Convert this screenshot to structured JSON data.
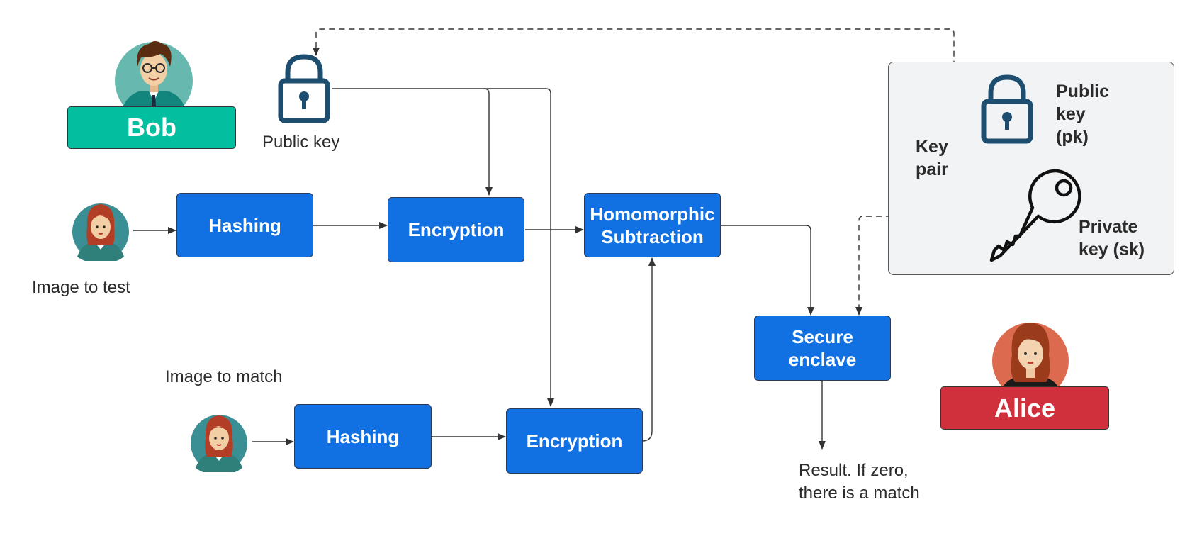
{
  "actors": {
    "bob": {
      "name": "Bob",
      "color": "#04bf9f"
    },
    "alice": {
      "name": "Alice",
      "color": "#d0303c"
    }
  },
  "public_key_label": "Public key",
  "image_to_test_label": "Image to test",
  "image_to_match_label": "Image to match",
  "boxes": {
    "hashing_top": "Hashing",
    "encryption_top": "Encryption",
    "homomorphic_line1": "Homomorphic",
    "homomorphic_line2": "Subtraction",
    "hashing_bottom": "Hashing",
    "encryption_bottom": "Encryption",
    "enclave_line1": "Secure",
    "enclave_line2": "enclave"
  },
  "key_pair": {
    "title_line1": "Key",
    "title_line2": "pair",
    "public_line1": "Public",
    "public_line2": "key",
    "public_line3": "(pk)",
    "private_line1": "Private",
    "private_line2": "key (sk)"
  },
  "result": {
    "line1": "Result. If zero,",
    "line2": "there is a match"
  },
  "colors": {
    "box_fill": "#1271e2",
    "lock": "#1d4e6f",
    "arrow": "#333333"
  },
  "icons": {
    "bob_avatar": "man-avatar-icon",
    "alice_avatar": "woman-avatar-icon",
    "image_avatar": "woman-avatar-icon",
    "lock": "padlock-icon",
    "key": "key-icon"
  }
}
